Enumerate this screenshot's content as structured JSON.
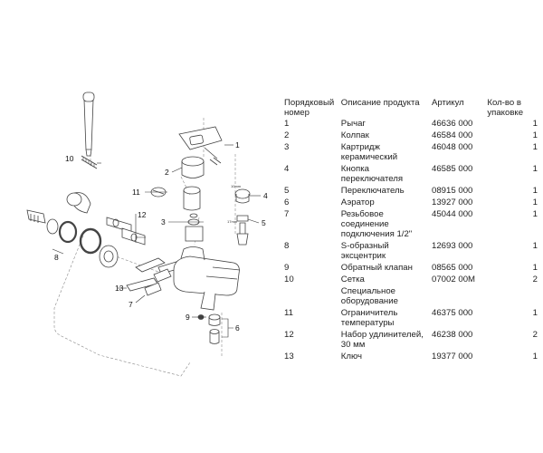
{
  "table": {
    "headers": [
      "Порядковый номер",
      "Описание продукта",
      "Артикул",
      "Кол-во в упаковке"
    ],
    "rows": [
      {
        "num": "1",
        "desc": "Рычаг",
        "art": "46636 000",
        "qty": "1"
      },
      {
        "num": "2",
        "desc": "Колпак",
        "art": "46584 000",
        "qty": "1"
      },
      {
        "num": "3",
        "desc": "Картридж керамический",
        "art": "46048 000",
        "qty": "1"
      },
      {
        "num": "4",
        "desc": "Кнопка переключателя",
        "art": "46585 000",
        "qty": "1"
      },
      {
        "num": "5",
        "desc": "Переключатель",
        "art": "08915 000",
        "qty": "1"
      },
      {
        "num": "6",
        "desc": "Аэратор",
        "art": "13927 000",
        "qty": "1"
      },
      {
        "num": "7",
        "desc": "Резьбовое соединение подключения 1/2\"",
        "art": "45044 000",
        "qty": "1"
      },
      {
        "num": "8",
        "desc": "S-образный эксцентрик",
        "art": "12693 000",
        "qty": "1"
      },
      {
        "num": "9",
        "desc": "Обратный клапан",
        "art": "08565 000",
        "qty": "1"
      },
      {
        "num": "10",
        "desc": "Сетка",
        "art": "07002 00M",
        "qty": "2"
      },
      {
        "num": "",
        "desc": "Специальное оборудование",
        "art": "",
        "qty": ""
      },
      {
        "num": "11",
        "desc": "Ограничитель температуры",
        "art": "46375 000",
        "qty": "1"
      },
      {
        "num": "12",
        "desc": "Набор удлинителей, 30 мм",
        "art": "46238 000",
        "qty": "2"
      },
      {
        "num": "13",
        "desc": "Ключ",
        "art": "19377 000",
        "qty": "1"
      }
    ]
  },
  "diagram": {
    "callouts": [
      "1",
      "2",
      "3",
      "4",
      "5",
      "6",
      "7",
      "8",
      "9",
      "10",
      "11",
      "12",
      "13"
    ],
    "small_labels": [
      "10mm",
      "17mm"
    ]
  }
}
